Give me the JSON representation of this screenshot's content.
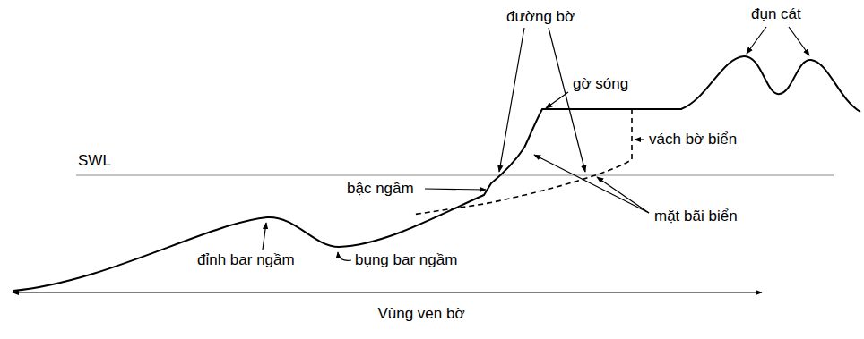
{
  "diagram": {
    "labels": [
      "đường bờ",
      "đụn cát",
      "gờ sóng",
      "vách bờ biển",
      "SWL",
      "bậc ngầm",
      "mặt bãi biển",
      "đỉnh bar ngầm",
      "bụng bar ngầm",
      "Vùng ven bờ"
    ]
  }
}
